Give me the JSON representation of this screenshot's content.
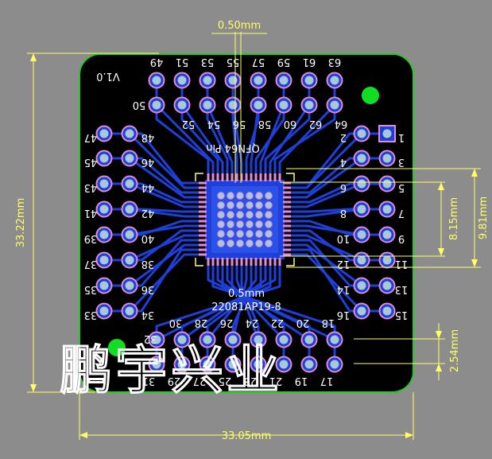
{
  "board": {
    "version_label": "V1.0",
    "title_label": "QFN64 Pin",
    "pitch_label": "0.5mm",
    "part_label": "22081AP19-8"
  },
  "dimensions": {
    "top_pitch": "0.50mm",
    "height": "33.22mm",
    "width": "33.05mm",
    "inner_pad": "8.15mm",
    "outer_pad": "9.81mm",
    "header_pitch": "2.54mm"
  },
  "pins": {
    "top_row_1": [
      "49",
      "51",
      "53",
      "55",
      "57",
      "59",
      "61",
      "63"
    ],
    "top_row_2": [
      "50",
      "52",
      "54",
      "56",
      "58",
      "60",
      "62",
      "64"
    ],
    "left_outer": [
      "47",
      "45",
      "43",
      "41",
      "39",
      "37",
      "35",
      "33"
    ],
    "left_inner": [
      "48",
      "46",
      "44",
      "42",
      "40",
      "38",
      "36",
      "34"
    ],
    "right_inner": [
      "2",
      "4",
      "6",
      "8",
      "10",
      "12",
      "14",
      "16"
    ],
    "right_outer": [
      "1",
      "3",
      "5",
      "7",
      "9",
      "11",
      "13",
      "15"
    ],
    "bottom_row_1": [
      "32",
      "30",
      "28",
      "26",
      "24",
      "22",
      "20",
      "18"
    ],
    "bottom_row_2": [
      "31",
      "29",
      "27",
      "25",
      "23",
      "21",
      "19",
      "17"
    ]
  },
  "watermark": "鹏宇兴业",
  "colors": {
    "background": "#8c8c8c",
    "board": "#000000",
    "outline": "#22cc22",
    "trace": "#1e3fd8",
    "pad_ring": "#e38ad8",
    "pad_hole": "#a8c8d8",
    "fiducial": "#11dd22",
    "silkscreen": "#ffffff",
    "dimension": "#ffff66"
  }
}
